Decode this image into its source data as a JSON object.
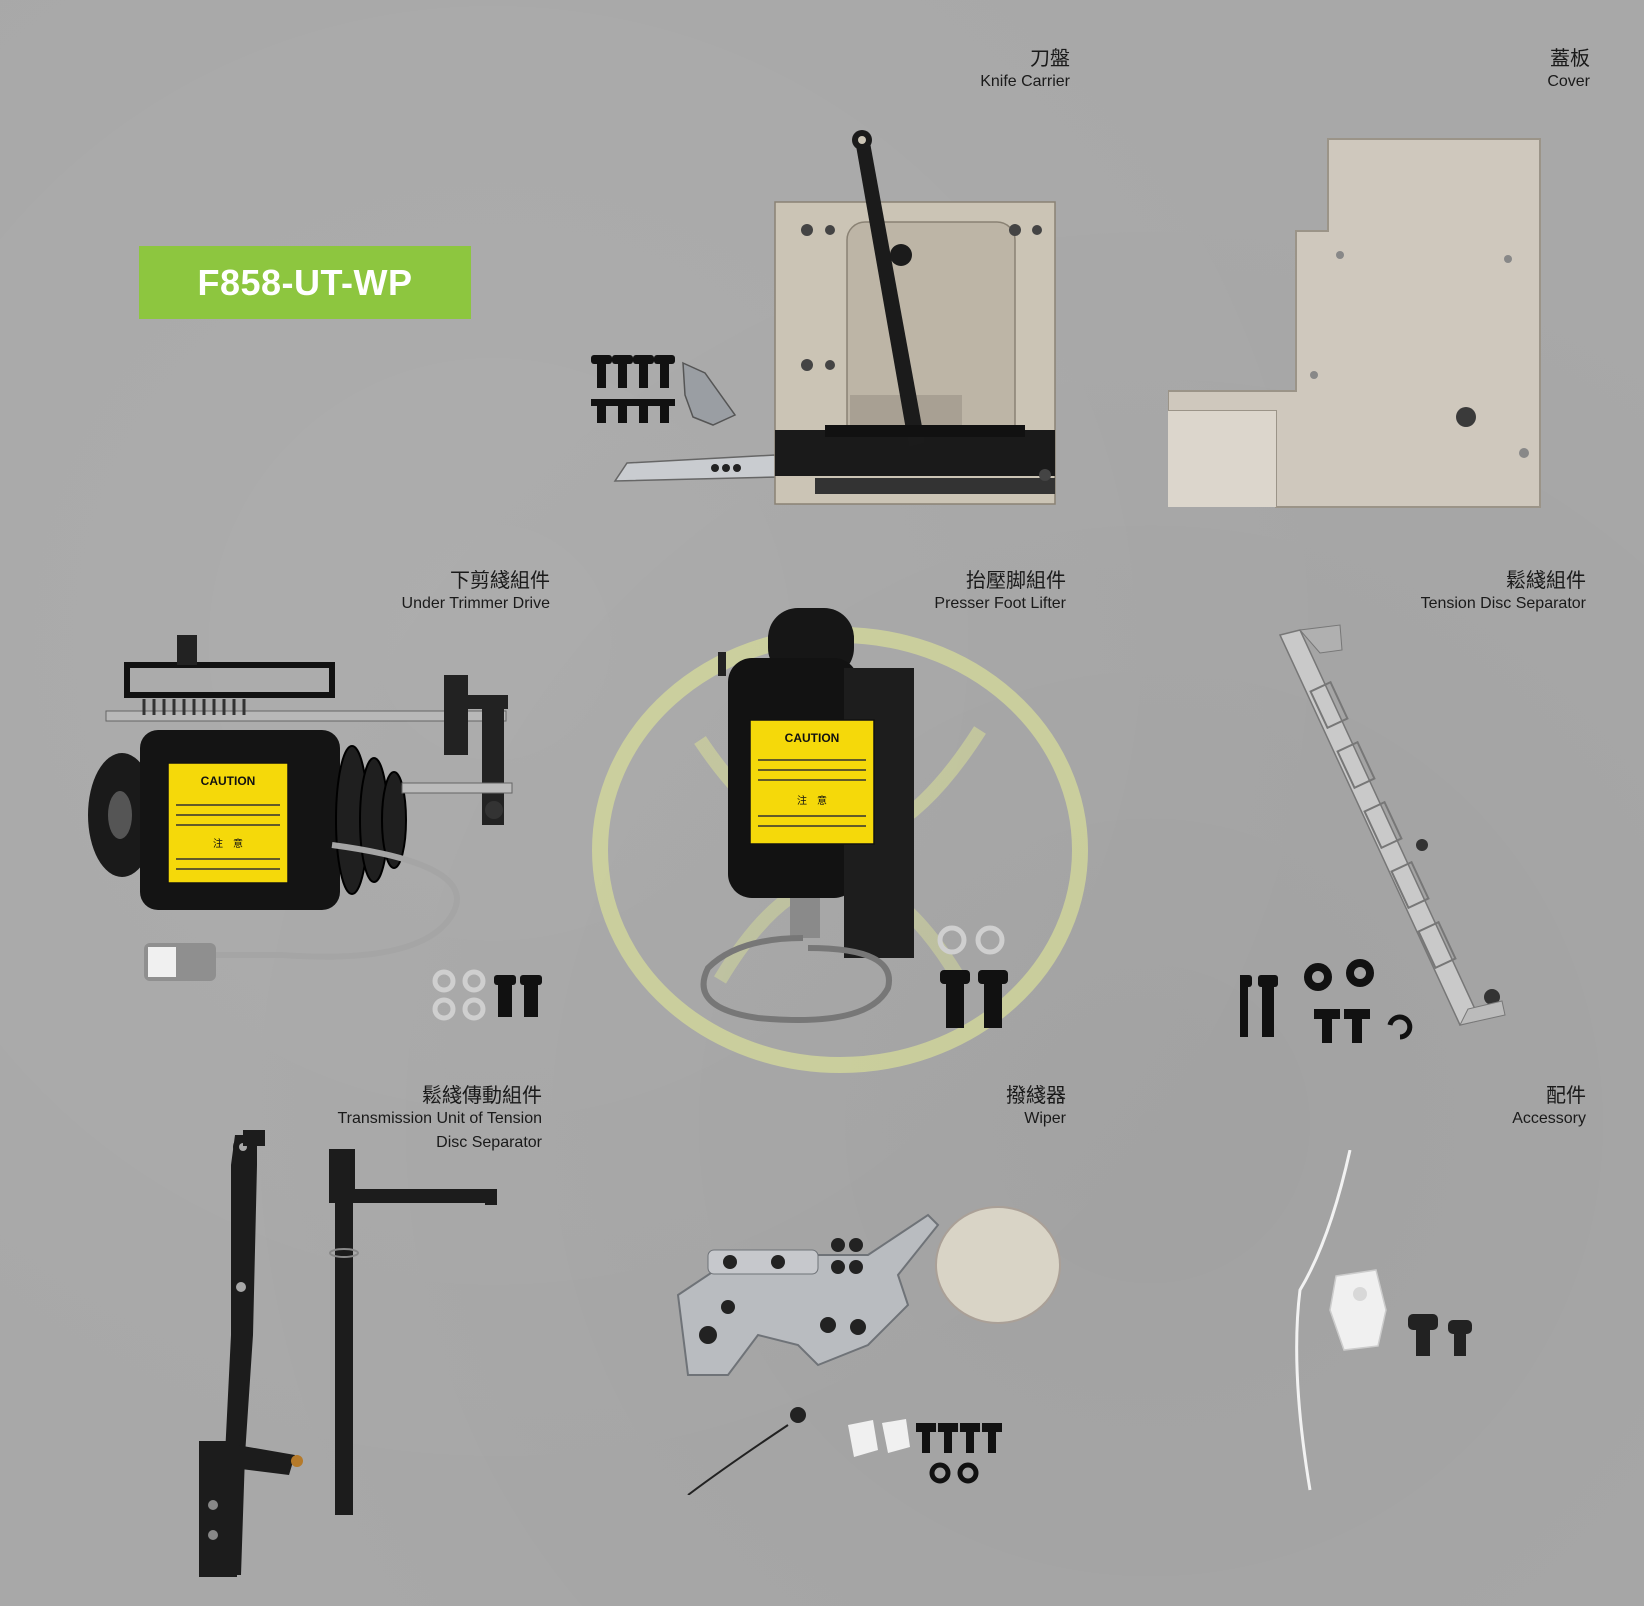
{
  "brand_color": "#8dc63f",
  "model": "F858-UT-WP",
  "parts": [
    {
      "zh": "刀盤",
      "en": "Knife Carrier",
      "icon": "knife-carrier-icon"
    },
    {
      "zh": "蓋板",
      "en": "Cover",
      "icon": "cover-plate-icon"
    },
    {
      "zh": "下剪綫組件",
      "en": "Under Trimmer Drive",
      "icon": "under-trimmer-drive-icon"
    },
    {
      "zh": "抬壓脚組件",
      "en": "Presser Foot Lifter",
      "icon": "presser-foot-lifter-icon"
    },
    {
      "zh": "鬆綫組件",
      "en": "Tension Disc Separator",
      "icon": "tension-disc-separator-icon"
    },
    {
      "zh": "鬆綫傳動組件",
      "en": "Transmission Unit of Tension",
      "en2": "Disc Separator",
      "icon": "transmission-unit-icon"
    },
    {
      "zh": "撥綫器",
      "en": "Wiper",
      "icon": "wiper-icon"
    },
    {
      "zh": "配件",
      "en": "Accessory",
      "icon": "accessory-icon"
    }
  ],
  "caution": {
    "title": "CAUTION",
    "notice": "注　意"
  }
}
